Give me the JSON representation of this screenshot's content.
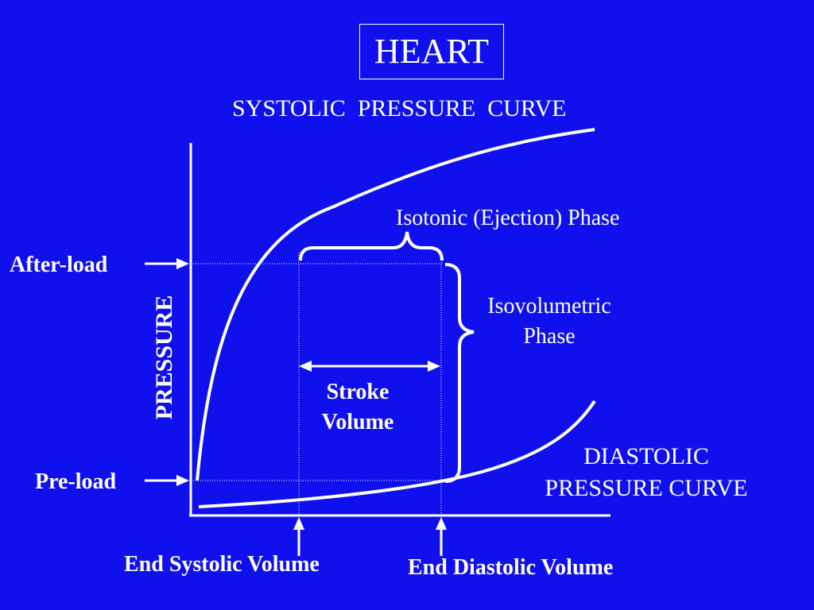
{
  "title": "HEART",
  "systolic_label": "SYSTOLIC  PRESSURE  CURVE",
  "diastolic_label": [
    "DIASTOLIC",
    "PRESSURE CURVE"
  ],
  "y_axis_label": "PRESSURE",
  "afterload_label": "After-load",
  "preload_label": "Pre-load",
  "isotonic_label": "Isotonic (Ejection) Phase",
  "isovolumetric_label": [
    "Isovolumetric",
    "Phase"
  ],
  "stroke_volume_label": [
    "Stroke",
    "Volume"
  ],
  "end_systolic_label": "End Systolic Volume",
  "end_diastolic_label": "End Diastolic Volume",
  "colors": {
    "background": "#1010ee",
    "foreground": "#ffffff"
  }
}
